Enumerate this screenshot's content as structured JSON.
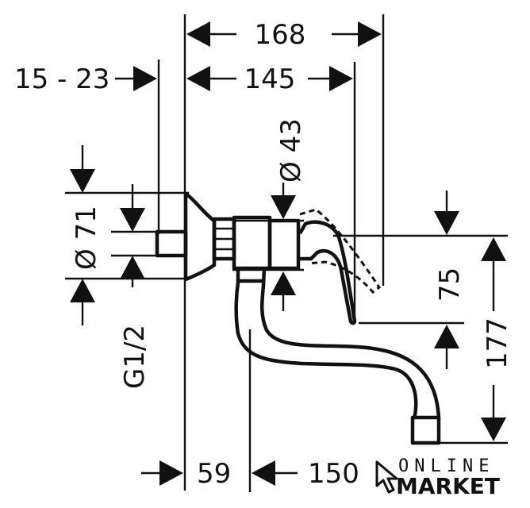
{
  "dimensions": {
    "overall_depth": "168",
    "depth_to_lever": "145",
    "wall_range": "15 - 23",
    "lever_diameter": "Ø 43",
    "rosette_diameter": "Ø 71",
    "thread": "G1/2",
    "lever_height": "75",
    "total_height": "177",
    "spout_offset": "59",
    "spout_reach": "150"
  },
  "logo": {
    "top": "ONLINE",
    "bottom": "MARKET",
    "icon": "cursor-arrow-icon"
  },
  "colors": {
    "line": "#111111",
    "background": "#ffffff"
  }
}
